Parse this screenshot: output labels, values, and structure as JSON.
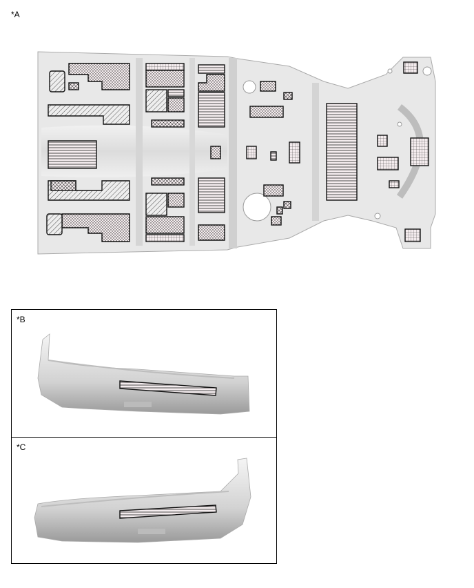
{
  "labels": {
    "view_a": "*A",
    "view_b": "*B",
    "view_c": "*C"
  },
  "colors": {
    "body_panel": "#e9e9e9",
    "body_shade": "#c8c8c8",
    "pad_fill": "#f2e8ea",
    "outline": "#111111"
  }
}
